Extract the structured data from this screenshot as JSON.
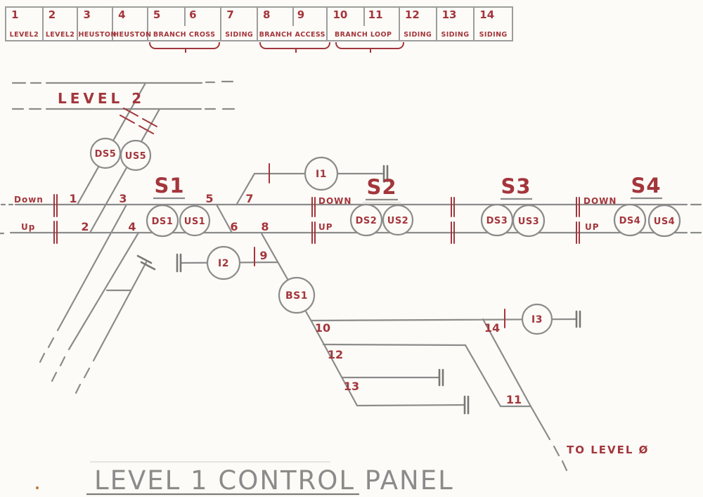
{
  "title": "LEVEL 1 CONTROL PANEL",
  "colors": {
    "pencil": "#8b8b8b",
    "red": "#a3363c",
    "paper": "#fcfbf7"
  },
  "table": {
    "cells": [
      {
        "num": "1",
        "label": "LEVEL2"
      },
      {
        "num": "2",
        "label": "LEVEL2"
      },
      {
        "num": "3",
        "label": "HEUSTON"
      },
      {
        "num": "4",
        "label": "HEUSTON"
      },
      {
        "num": "5",
        "num2": "6",
        "label": "BRANCH CROSS"
      },
      {
        "num": "7",
        "label": "SIDING"
      },
      {
        "num": "8",
        "num2": "9",
        "label": "BRANCH ACCESS"
      },
      {
        "num": "10",
        "num2": "11",
        "label": "BRANCH LOOP"
      },
      {
        "num": "12",
        "label": "SIDING"
      },
      {
        "num": "13",
        "label": "SIDING"
      },
      {
        "num": "14",
        "label": "SIDING"
      }
    ]
  },
  "tracks": {
    "level2_label": "LEVEL 2",
    "to_level_label": "TO LEVEL Ø"
  },
  "sections": {
    "s1": "S1",
    "s2": "S2",
    "s3": "S3",
    "s4": "S4"
  },
  "directions": {
    "left_down": "Down",
    "left_up": "Up",
    "s2_down": "DOWN",
    "s2_up": "UP",
    "s4_down": "DOWN",
    "s4_up": "UP"
  },
  "signals": {
    "ds5": "DS5",
    "us5": "US5",
    "ds1": "DS1",
    "us1": "US1",
    "ds2": "DS2",
    "us2": "US2",
    "ds3": "DS3",
    "us3": "US3",
    "ds4": "DS4",
    "us4": "US4",
    "i1": "I1",
    "i2": "I2",
    "i3": "I3",
    "bs1": "BS1"
  },
  "points": {
    "p1": "1",
    "p2": "2",
    "p3": "3",
    "p4": "4",
    "p5": "5",
    "p6": "6",
    "p7": "7",
    "p8": "8",
    "p9": "9",
    "p10": "10",
    "p11": "11",
    "p12": "12",
    "p13": "13",
    "p14": "14"
  }
}
